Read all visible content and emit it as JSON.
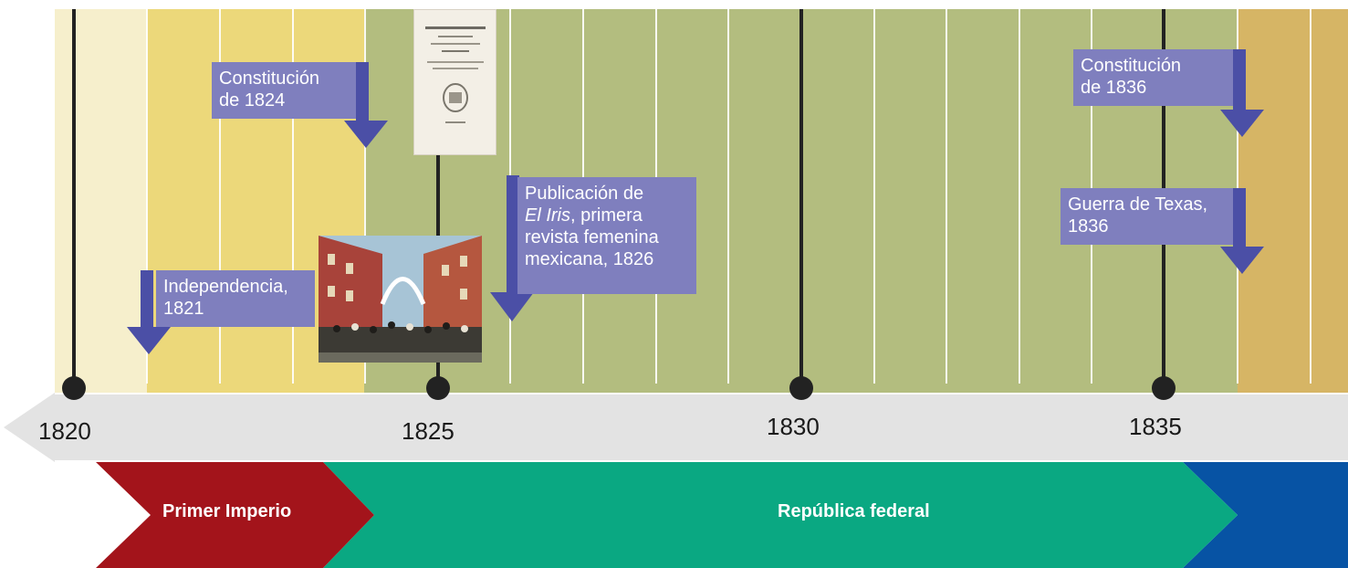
{
  "colors": {
    "band_pre": "#f6efcc",
    "band_imperio": "#ecd87a",
    "band_federal": "#b3bd7f",
    "band_central": "#d6b565",
    "axis": "#e3e3e3",
    "major_line": "#222222",
    "note_bg": "#7f7fbe",
    "note_arrow": "#4b4fa6",
    "period_imperio": "#a3141b",
    "period_federal": "#0aa882",
    "period_central": "#0753a4"
  },
  "axis": {
    "year_labels": [
      "1820",
      "1825",
      "1830",
      "1835"
    ]
  },
  "events": [
    {
      "text": "Constitución\nde 1824",
      "year": 1824
    },
    {
      "text_pre": "Publicación de",
      "text_italic": "El Iris",
      "text_post": ", primera\nrevista femenina\nmexicana, 1826",
      "year": 1826
    },
    {
      "text": "Independencia,\n1821",
      "year": 1821
    },
    {
      "text": "Constitución\nde 1836",
      "year": 1836
    },
    {
      "text": "Guerra de Texas,\n1836",
      "year": 1836
    }
  ],
  "periods": [
    {
      "label": "Primer Imperio"
    },
    {
      "label": "República federal"
    }
  ],
  "images": [
    {
      "name": "constitution-document-image"
    },
    {
      "name": "celebration-painting-image"
    }
  ]
}
